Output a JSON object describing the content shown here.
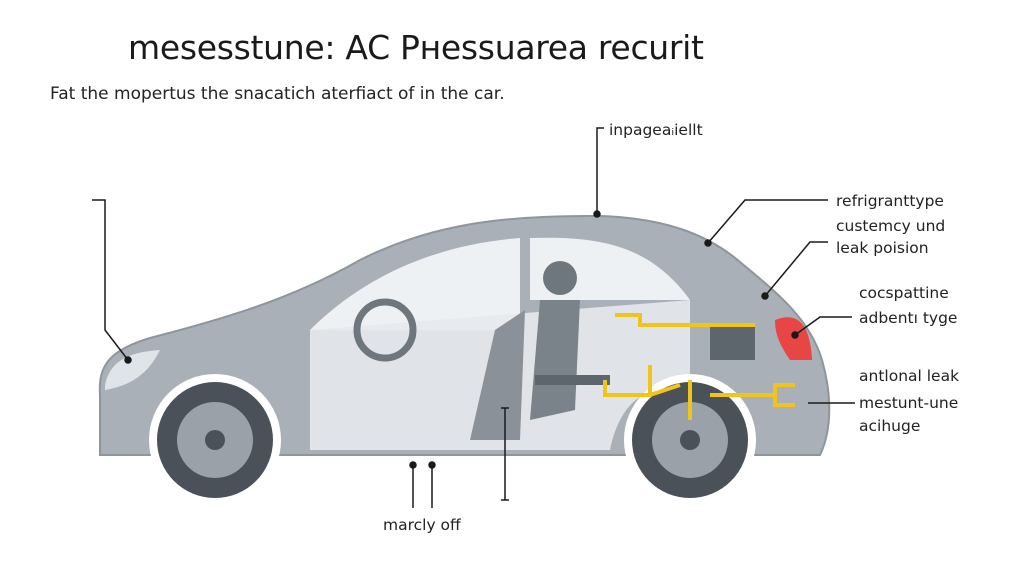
{
  "title": "mesesstune: AC Pнessuarea recurit",
  "subtitle": "Fat the mopertus the snacatich aterfiact of in the car.",
  "labels": {
    "top": "inpageaᵢiellt",
    "refrigerant": [
      "refrigranttype",
      "custemcy und",
      "leak poision"
    ],
    "compartment": [
      "cocspattine",
      "adbentı tyge"
    ],
    "leak": [
      "antlonal leak",
      "mestunt-une",
      "acihuge"
    ],
    "bottom": "marcly off"
  },
  "colors": {
    "body": "#a9b0b7",
    "glass": "#eef1f4",
    "pipe": "#f0c419",
    "taillight": "#e84545",
    "tire": "#4b5158"
  }
}
